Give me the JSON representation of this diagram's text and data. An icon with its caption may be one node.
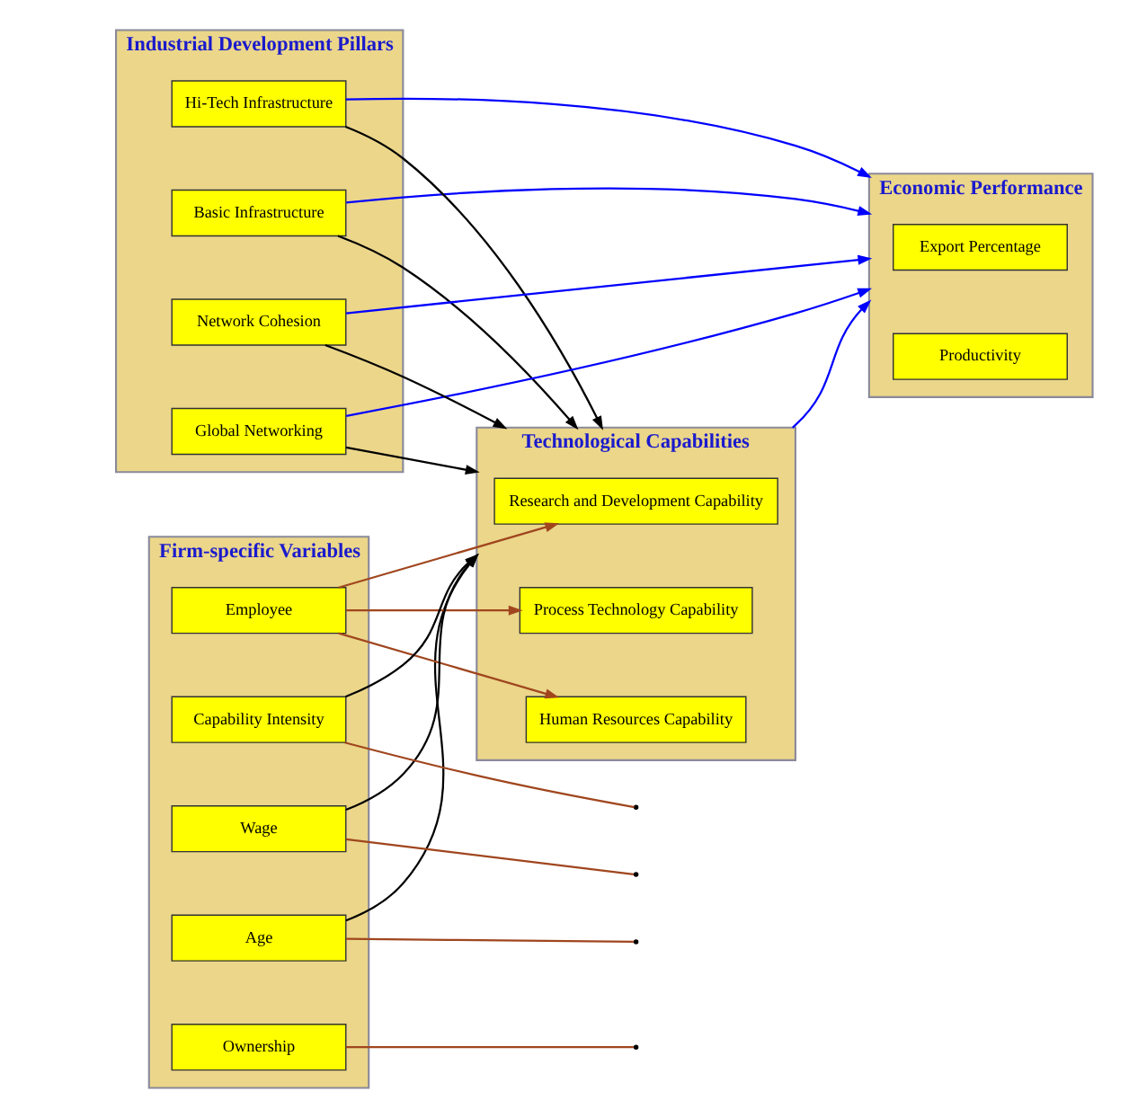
{
  "diagram": {
    "nodes": [
      {
        "text": [
          "Industrial Development Pillars"
        ]
      },
      {
        "text": [
          "Basic Infrastructure"
        ],
        "in": 0
      },
      {
        "text": [
          "Hi-Tech Infrastructure"
        ],
        "in": 0
      },
      {
        "text": [
          "Global Networking"
        ],
        "in": 0
      },
      {
        "text": [
          "Network Cohesion"
        ],
        "in": 0
      },
      {
        "text": [
          "Technological Capabilities"
        ]
      },
      {
        "text": [
          "Human Resources Capability"
        ],
        "in": 5
      },
      {
        "text": [
          "Research and Development Capability"
        ],
        "in": 5
      },
      {
        "text": [
          "Process Technology Capability"
        ],
        "in": 5
      },
      {
        "text": [
          "Firm-specific Variables"
        ]
      },
      {
        "text": [
          "Ownership"
        ],
        "in": 9
      },
      {
        "text": [
          "Age"
        ],
        "in": 9
      },
      {
        "text": [
          "Employee"
        ],
        "in": 9
      },
      {
        "text": [
          "Wage"
        ],
        "in": 9
      },
      {
        "text": [
          "Capability Intensity"
        ],
        "in": 9
      },
      {
        "text": [
          "Economic Performance"
        ]
      },
      {
        "text": [
          "Productivity"
        ],
        "in": 15
      },
      {
        "text": [
          "Export Percentage"
        ],
        "in": 15
      }
    ],
    "edges": [
      {
        "from": 1,
        "to": 5,
        "arrow": "to"
      },
      {
        "from": 2,
        "to": 5,
        "arrow": "to"
      },
      {
        "from": 3,
        "to": 5,
        "arrow": "to"
      },
      {
        "from": 4,
        "to": 5,
        "arrow": "to"
      },
      {
        "from": 1,
        "to": 15,
        "arrow": "to",
        "color": "#0000ff"
      },
      {
        "from": 2,
        "to": 15,
        "arrow": "to",
        "color": "#0000ff"
      },
      {
        "from": 3,
        "to": 15,
        "arrow": "to",
        "color": "#0000ff"
      },
      {
        "from": 4,
        "to": 15,
        "arrow": "to",
        "color": "#0000ff"
      },
      {
        "from": 11,
        "to": 5,
        "arrow": "to"
      },
      {
        "from": 13,
        "to": 5,
        "arrow": "to"
      },
      {
        "from": 14,
        "to": 5,
        "arrow": "to"
      },
      {
        "from": 12,
        "to": 6,
        "arrow": "to",
        "color": "#a0461e"
      },
      {
        "from": 12,
        "to": 7,
        "arrow": "to",
        "color": "#a0461e"
      },
      {
        "from": 12,
        "to": 8,
        "arrow": "to",
        "color": "#a0461e"
      },
      {
        "from": 10,
        "to": null,
        "arrow": "none",
        "color": "#a0461e"
      },
      {
        "from": 11,
        "to": null,
        "arrow": "none",
        "color": "#a0461e"
      },
      {
        "from": 13,
        "to": null,
        "arrow": "none",
        "color": "#a0461e"
      },
      {
        "from": 14,
        "to": null,
        "arrow": "none",
        "color": "#a0461e"
      },
      {
        "from": 5,
        "to": 15,
        "arrow": "to",
        "color": "#0000ff"
      }
    ]
  }
}
